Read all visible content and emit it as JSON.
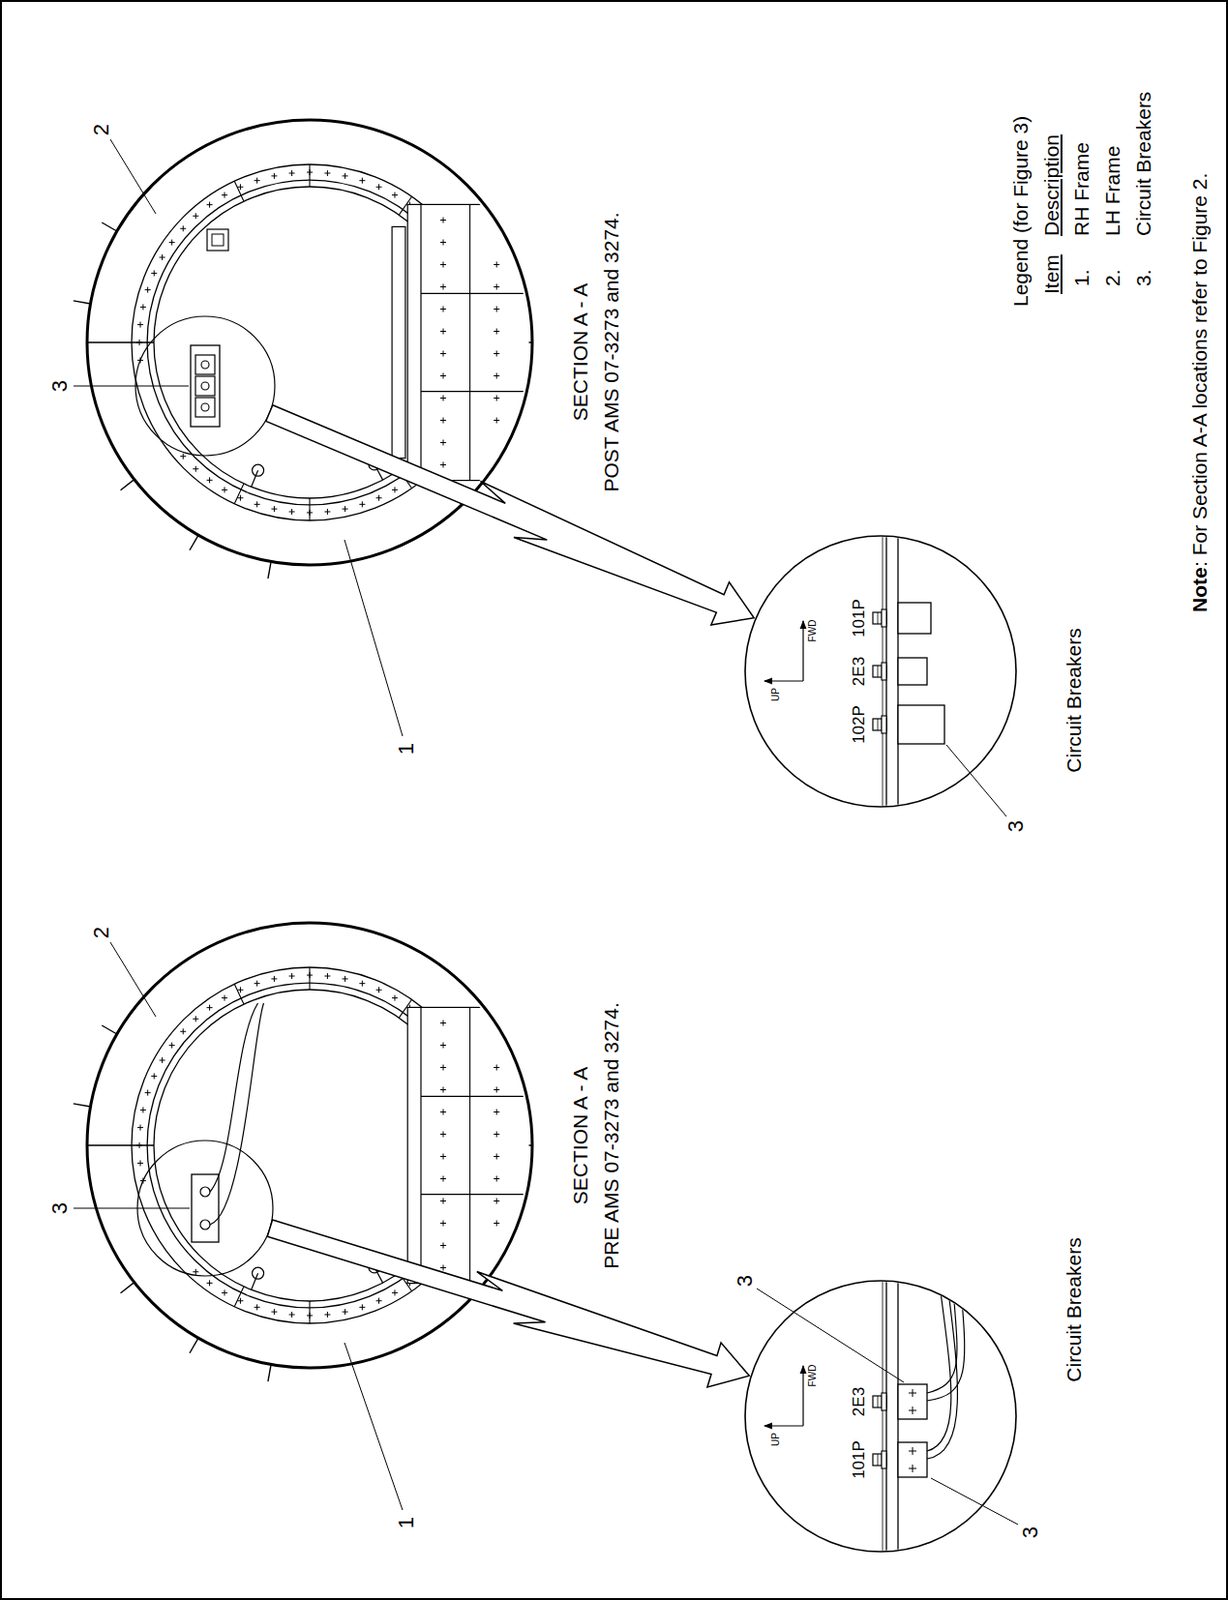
{
  "diagram": {
    "labels": [
      "2",
      "3",
      "1",
      "SECTION A - A",
      "POST AMS 07-3273 and 3274.",
      "3",
      "101P",
      "2E3",
      "102P",
      "UP",
      "FWD",
      "Circuit Breakers",
      "2",
      "3",
      "1",
      "SECTION A - A",
      "PRE AMS 07-3273 and 3274.",
      "3",
      "3",
      "2E3",
      "101P",
      "UP",
      "FWD",
      "Circuit Breakers",
      "Legend (for Figure 3)",
      "Item",
      "Description",
      "1.",
      "RH Frame",
      "2.",
      "LH Frame",
      "3.",
      "Circuit Breakers",
      "Note",
      ": For Section A-A locations refer to Figure 2."
    ]
  }
}
